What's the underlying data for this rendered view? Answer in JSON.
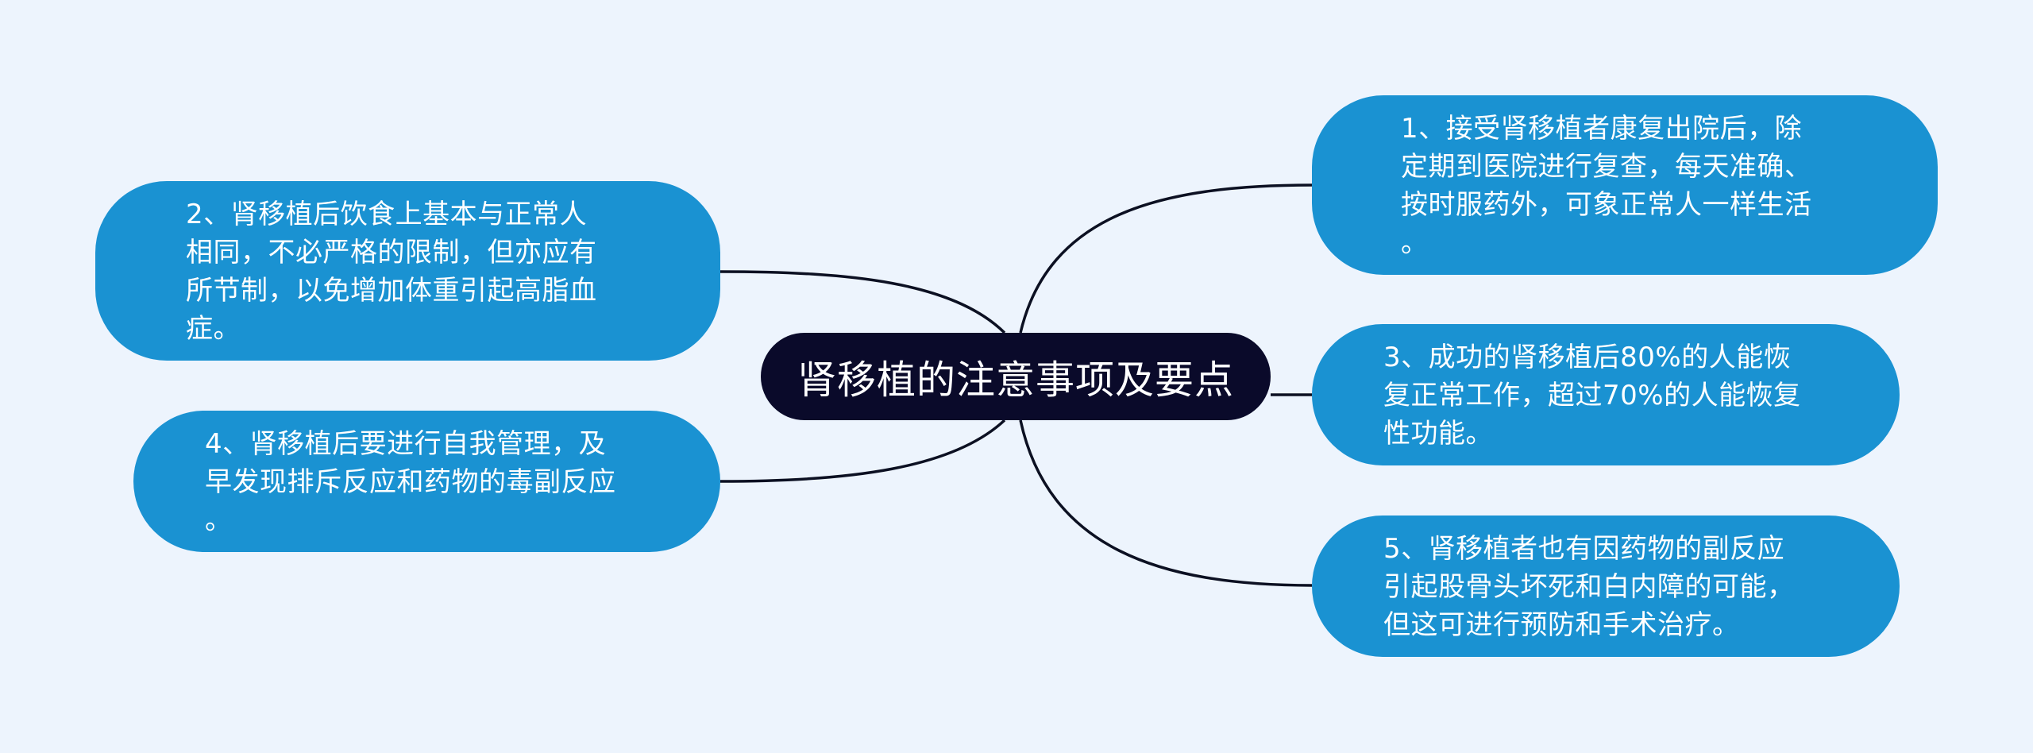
{
  "colors": {
    "background": "#edf4fd",
    "center_node": "#0a0a2a",
    "branch_node": "#1a92d2",
    "connector": "#0c1022",
    "text": "#ffffff"
  },
  "mindmap": {
    "center": {
      "title": "肾移植的注意事项及要点"
    },
    "branches": [
      {
        "id": "point-1",
        "text": "1、接受肾移植者康复出院后，除\n定期到医院进行复查，每天准确、\n按时服药外，可象正常人一样生活\n。"
      },
      {
        "id": "point-2",
        "text": "2、肾移植后饮食上基本与正常人\n相同，不必严格的限制，但亦应有\n所节制，以免增加体重引起高脂血\n症。"
      },
      {
        "id": "point-3",
        "text": "3、成功的肾移植后80%的人能恢\n复正常工作，超过70%的人能恢复\n性功能。"
      },
      {
        "id": "point-4",
        "text": "4、肾移植后要进行自我管理，及\n早发现排斥反应和药物的毒副反应\n。"
      },
      {
        "id": "point-5",
        "text": "5、肾移植者也有因药物的副反应\n引起股骨头坏死和白内障的可能，\n但这可进行预防和手术治疗。"
      }
    ]
  }
}
